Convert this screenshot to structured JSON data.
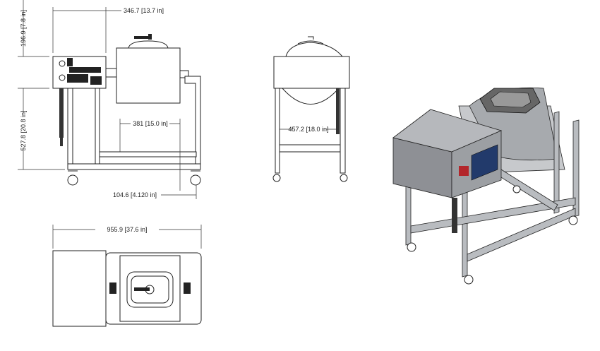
{
  "drawing": {
    "dimensions": {
      "control_box_width": "346.7 [13.7 in]",
      "control_box_height": "196.9 [7.8 in]",
      "box_bottom_height": "527.8 [20.8 in]",
      "drum_rail_span": "381 [15.0 in]",
      "caster_offset": "104.6 [4.120 in]",
      "side_width": "457.2 [18.0 in]",
      "overall_length": "955.9 [37.6 in]"
    },
    "colors": {
      "line": "#222222",
      "iso_metal": "#b9bcc0",
      "iso_box": "#8e9095",
      "iso_drum": "#a7aaae"
    }
  }
}
